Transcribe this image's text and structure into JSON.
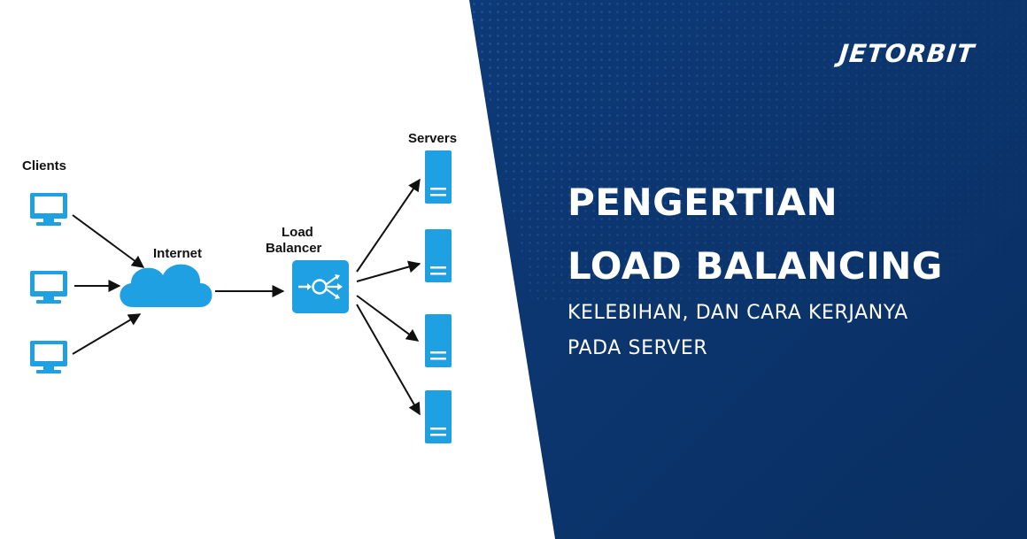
{
  "brand": {
    "logo_text": "JETORBIT"
  },
  "headline": {
    "title_lines": [
      "PENGERTIAN",
      "LOAD BALANCING"
    ],
    "subtitle_lines": [
      "KELEBIHAN, DAN CARA KERJANYA",
      "PADA SERVER"
    ]
  },
  "diagram": {
    "labels": {
      "clients": "Clients",
      "internet": "Internet",
      "load_balancer_1": "Load",
      "load_balancer_2": "Balancer",
      "servers": "Servers"
    },
    "client_count": 3,
    "server_count": 4,
    "nodes": [
      "clients",
      "internet",
      "load_balancer",
      "servers"
    ],
    "edges": [
      [
        "client",
        "internet"
      ],
      [
        "internet",
        "load_balancer"
      ],
      [
        "load_balancer",
        "server"
      ]
    ]
  },
  "colors": {
    "navy": "#0f3b78",
    "navy_dark": "#0a2d5e",
    "device_blue": "#1ea0e3",
    "text_dark": "#111111",
    "white": "#ffffff"
  }
}
